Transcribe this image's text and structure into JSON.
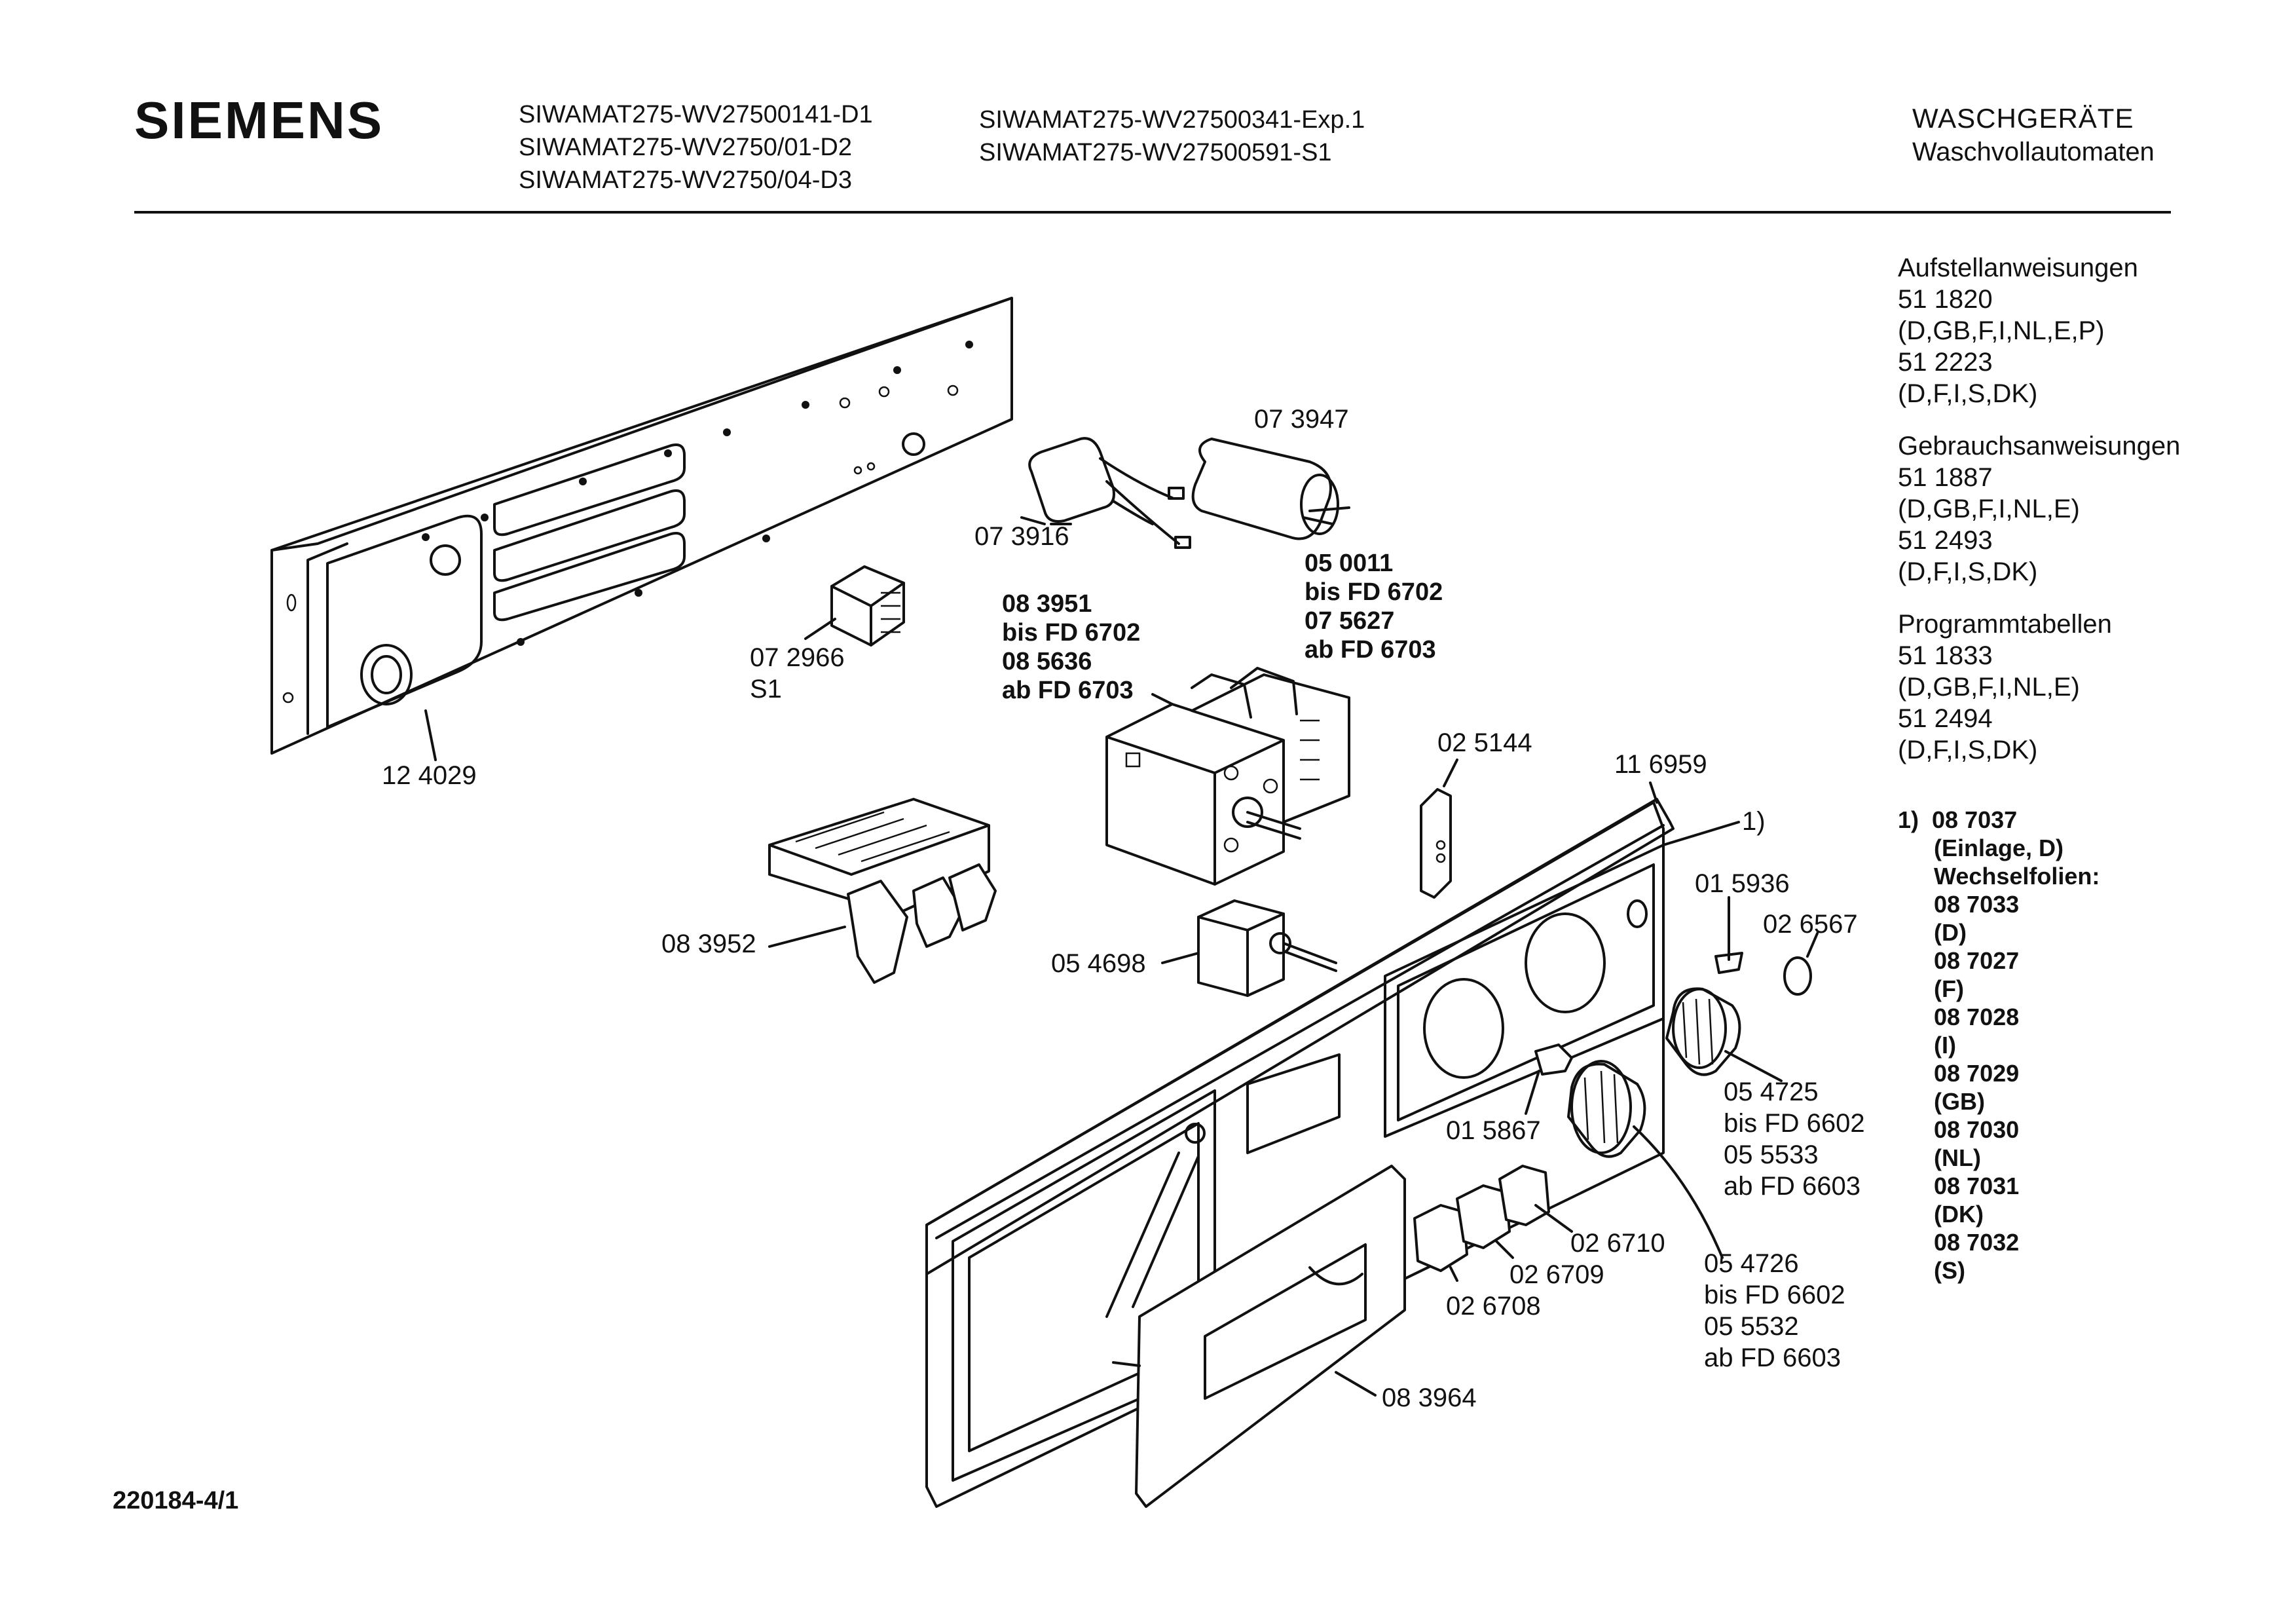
{
  "header": {
    "brand": "SIEMENS",
    "models_col1": [
      "SIWAMAT275-WV27500141-D1",
      "SIWAMAT275-WV2750/01-D2",
      "SIWAMAT275-WV2750/04-D3"
    ],
    "models_col2": [
      "SIWAMAT275-WV27500341-Exp.1",
      "SIWAMAT275-WV27500591-S1"
    ],
    "category": "WASCHGERÄTE",
    "subcategory": "Waschvollautomaten"
  },
  "documents": [
    {
      "title": "Aufstellanweisungen",
      "entries": [
        {
          "number": "51 1820",
          "languages": "(D,GB,F,I,NL,E,P)"
        },
        {
          "number": "51 2223",
          "languages": "(D,F,I,S,DK)"
        }
      ]
    },
    {
      "title": "Gebrauchsanweisungen",
      "entries": [
        {
          "number": "51 1887",
          "languages": "(D,GB,F,I,NL,E)"
        },
        {
          "number": "51 2493",
          "languages": "(D,F,I,S,DK)"
        }
      ]
    },
    {
      "title": "Programmtabellen",
      "entries": [
        {
          "number": "51 1833",
          "languages": "(D,GB,F,I,NL,E)"
        },
        {
          "number": "51 2494",
          "languages": "(D,F,I,S,DK)"
        }
      ]
    }
  ],
  "footnote": {
    "marker": "1)",
    "number": "08 7037",
    "note": "(Einlage, D)",
    "heading": "Wechselfolien:",
    "items": [
      {
        "number": "08 7033",
        "lang": "(D)"
      },
      {
        "number": "08 7027",
        "lang": "(F)"
      },
      {
        "number": "08 7028",
        "lang": "(I)"
      },
      {
        "number": "08 7029",
        "lang": "(GB)"
      },
      {
        "number": "08 7030",
        "lang": "(NL)"
      },
      {
        "number": "08 7031",
        "lang": "(DK)"
      },
      {
        "number": "08 7032",
        "lang": "(S)"
      }
    ]
  },
  "parts": {
    "p124029": "12 4029",
    "p073916": "07 3916",
    "p073947": "07 3947",
    "p072966": [
      "07 2966",
      "S1"
    ],
    "p083951": [
      "08 3951",
      "bis FD 6702",
      "08 5636",
      "ab FD 6703"
    ],
    "p050011": [
      "05 0011",
      "bis FD 6702",
      "07 5627",
      "ab FD 6703"
    ],
    "p025144": "02 5144",
    "p116959": "11 6959",
    "fn_ref": "1)",
    "p015936": "01 5936",
    "p026567": "02 6567",
    "p083952": "08 3952",
    "p054698": "05 4698",
    "p054725": [
      "05 4725",
      "bis FD 6602",
      "05 5533",
      "ab FD 6603"
    ],
    "p015867": "01 5867",
    "p026710": "02 6710",
    "p026709": "02 6709",
    "p026708": "02 6708",
    "p054726": [
      "05 4726",
      "bis FD 6602",
      "05 5532",
      "ab FD 6603"
    ],
    "p083964": "08 3964"
  },
  "doc_number": "220184-4/1"
}
